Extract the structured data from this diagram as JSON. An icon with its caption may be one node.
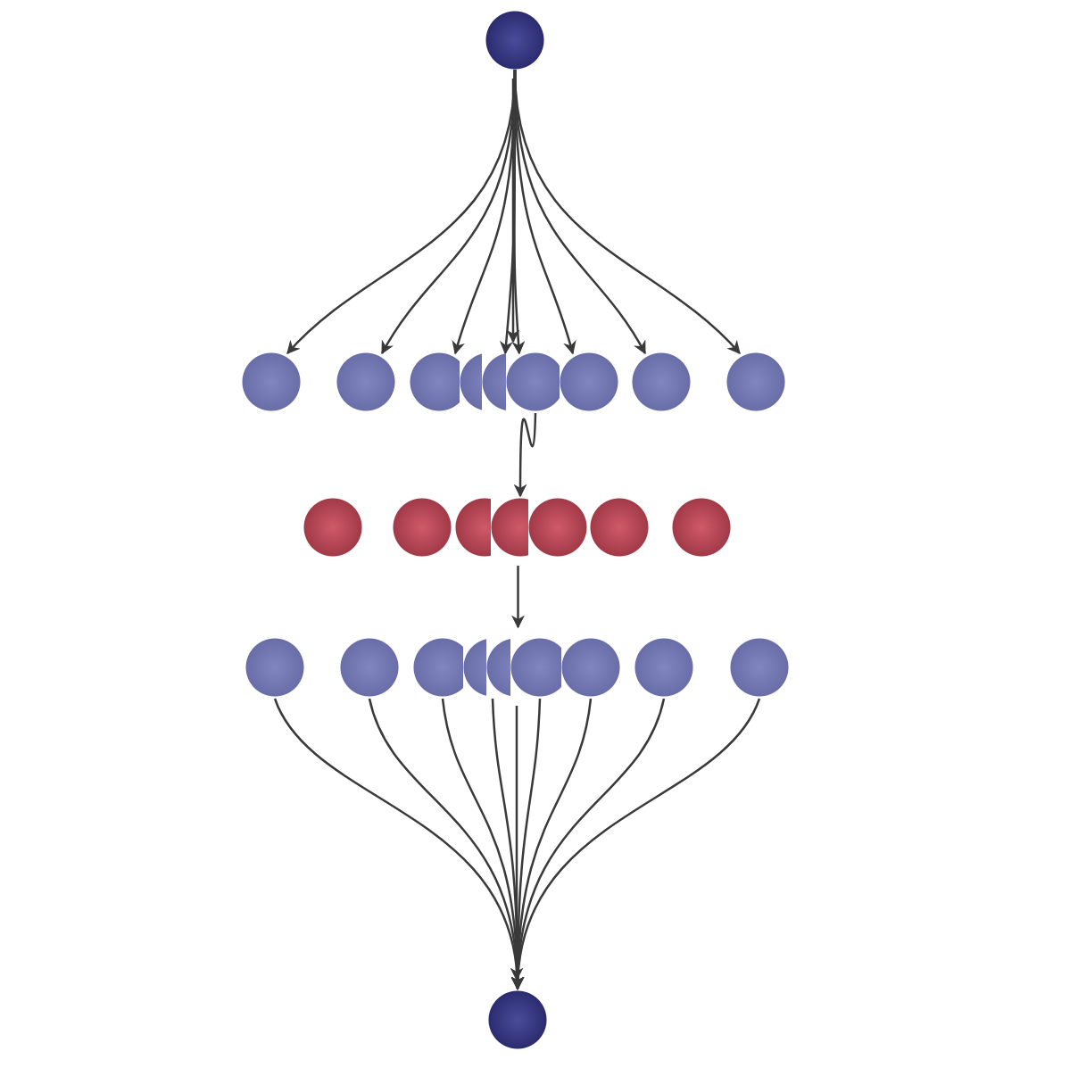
{
  "diagram": {
    "nodes": [
      {
        "text": [],
        "shape": "circle"
      },
      {
        "text": [],
        "shape": "circle"
      },
      {
        "text": [],
        "shape": "circle"
      },
      {
        "text": [],
        "shape": "circle"
      },
      {
        "text": [],
        "shape": "circle"
      },
      {
        "text": [],
        "shape": "circle"
      },
      {
        "text": [],
        "shape": "circle"
      },
      {
        "text": [],
        "shape": "circle"
      },
      {
        "text": [],
        "shape": "circle"
      },
      {
        "text": [],
        "shape": "circle"
      },
      {
        "text": [],
        "shape": "circle"
      },
      {
        "text": [],
        "shape": "circle"
      },
      {
        "text": [],
        "shape": "circle"
      },
      {
        "text": [],
        "shape": "circle"
      },
      {
        "text": [],
        "shape": "circle"
      },
      {
        "text": [],
        "shape": "circle"
      },
      {
        "text": [],
        "shape": "circle"
      },
      {
        "text": [],
        "shape": "circle"
      },
      {
        "text": [],
        "shape": "circle"
      },
      {
        "text": [],
        "shape": "circle"
      },
      {
        "text": [],
        "shape": "circle"
      },
      {
        "text": [],
        "shape": "circle"
      },
      {
        "text": [],
        "shape": "circle"
      },
      {
        "text": [],
        "shape": "circle"
      },
      {
        "text": [],
        "shape": "circle"
      },
      {
        "text": [],
        "shape": "circle"
      },
      {
        "text": [],
        "shape": "circle"
      }
    ],
    "edges": [
      {
        "from": 0,
        "to": 1,
        "arrow": "to"
      },
      {
        "from": 0,
        "to": 2,
        "arrow": "to"
      },
      {
        "from": 0,
        "to": 3,
        "arrow": "to"
      },
      {
        "from": 0,
        "to": 4,
        "arrow": "to"
      },
      {
        "from": 0,
        "to": 5,
        "arrow": "to"
      },
      {
        "from": 0,
        "to": 6,
        "arrow": "to"
      },
      {
        "from": 0,
        "to": 7,
        "arrow": "to"
      },
      {
        "from": 0,
        "to": 8,
        "arrow": "to"
      },
      {
        "from": 0,
        "to": 9,
        "arrow": "to"
      },
      {
        "from": 6,
        "to": 13,
        "arrow": "to"
      },
      {
        "from": 13,
        "to": 21,
        "arrow": "to"
      },
      {
        "from": 17,
        "to": 26,
        "arrow": "to"
      },
      {
        "from": 18,
        "to": 26,
        "arrow": "to"
      },
      {
        "from": 19,
        "to": 26,
        "arrow": "to"
      },
      {
        "from": 20,
        "to": 26,
        "arrow": "to"
      },
      {
        "from": 21,
        "to": 26,
        "arrow": "to"
      },
      {
        "from": 22,
        "to": 26,
        "arrow": "to"
      },
      {
        "from": 23,
        "to": 26,
        "arrow": "to"
      },
      {
        "from": 24,
        "to": 26,
        "arrow": "to"
      },
      {
        "from": 25,
        "to": 26,
        "arrow": "to"
      }
    ]
  }
}
